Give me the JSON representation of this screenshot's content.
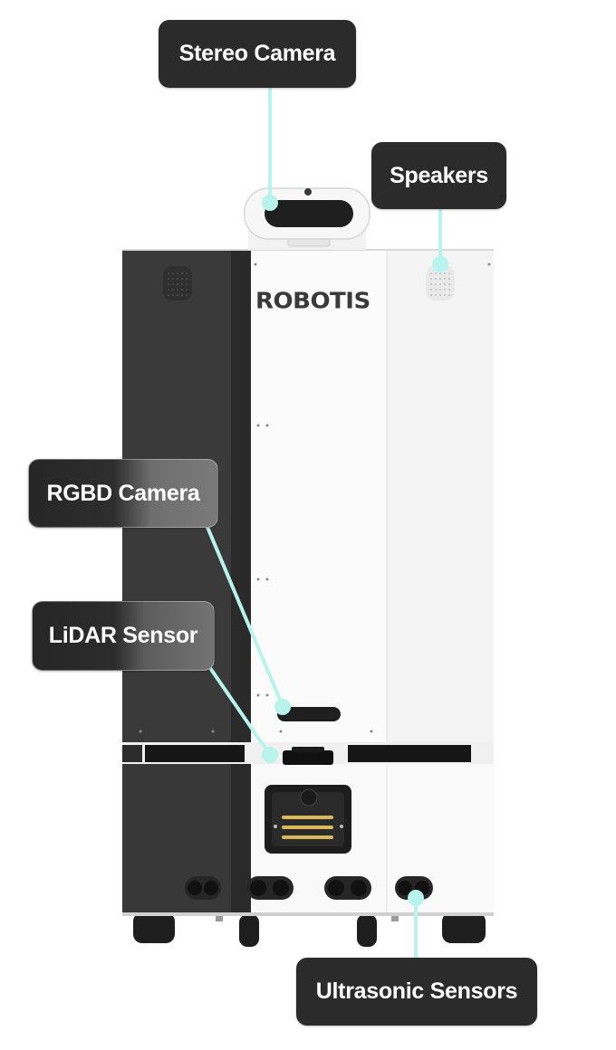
{
  "brand": {
    "logo_text": "ROBOTIS"
  },
  "callouts": {
    "stereo_camera": "Stereo Camera",
    "speakers": "Speakers",
    "rgbd_camera": "RGBD Camera",
    "lidar_sensor": "LiDAR Sensor",
    "ultrasonic_sensors": "Ultrasonic Sensors"
  },
  "colors": {
    "callout_bg": "#2b2b2b",
    "leader_line": "#b8f3ec",
    "body_dark": "#383838",
    "body_white": "#fafafa"
  }
}
